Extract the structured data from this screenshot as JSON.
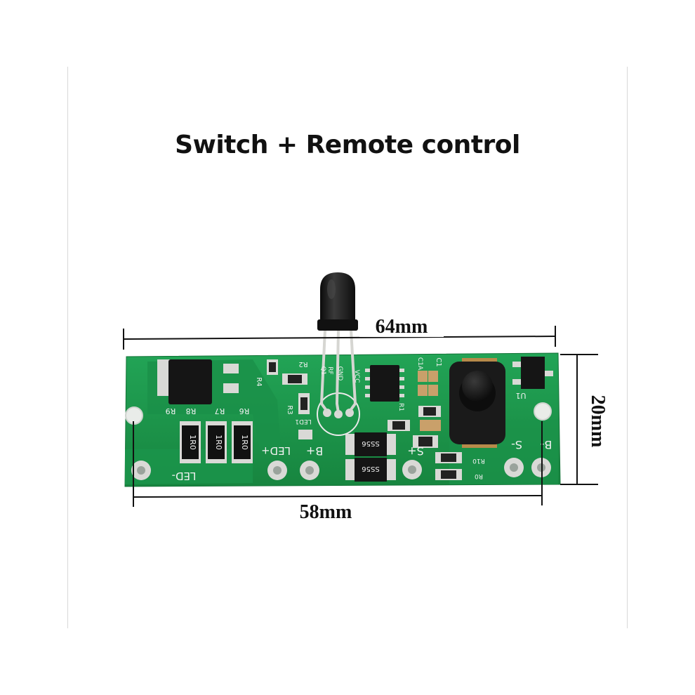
{
  "title": "Switch + Remote control",
  "dimensions": {
    "length_overall": "64mm",
    "length_holes": "58mm",
    "height": "20mm"
  },
  "silkscreen": {
    "resistor_marking": "1R0",
    "diode_marking": "SS56",
    "led_minus": "LED-",
    "led_plus": "LED+",
    "b_plus": "B+",
    "s_plus": "S+",
    "s_minus": "S-",
    "b_minus": "B-",
    "refs": [
      "R9",
      "R8",
      "R7",
      "R6",
      "R4",
      "R2",
      "R3",
      "LED1",
      "C1A",
      "C1",
      "U1",
      "R1",
      "R10",
      "R0",
      "Q1",
      "RF",
      "GND",
      "VCC"
    ]
  },
  "colors": {
    "pcb_green": "#1f9a4e",
    "pcb_dark": "#16803f",
    "pad_silver": "#d9d9d6",
    "component_black": "#1a1a1a",
    "switch_brass": "#b78a4a"
  }
}
